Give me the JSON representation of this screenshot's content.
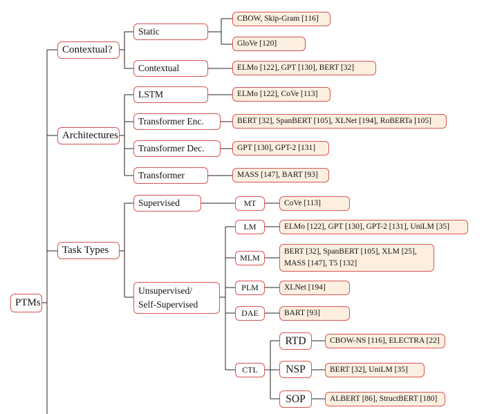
{
  "root": "PTMs",
  "contextual": {
    "label": "Contextual?",
    "static": {
      "label": "Static",
      "leaf1": "CBOW, Skip-Gram [116]",
      "leaf2": "GloVe [120]"
    },
    "contextual": {
      "label": "Contextual",
      "leaf": "ELMo [122], GPT [130], BERT [32]"
    }
  },
  "architectures": {
    "label": "Architectures",
    "lstm": {
      "label": "LSTM",
      "leaf": "ELMo [122], CoVe [113]"
    },
    "enc": {
      "label": "Transformer Enc.",
      "leaf": "BERT [32], SpanBERT [105], XLNet [194], RoBERTa [105]"
    },
    "dec": {
      "label": "Transformer Dec.",
      "leaf": "GPT [130], GPT-2 [131]"
    },
    "full": {
      "label": "Transformer",
      "leaf": "MASS [147], BART [93]"
    }
  },
  "task_types": {
    "label": "Task Types",
    "supervised": {
      "label": "Supervised",
      "mt": {
        "label": "MT",
        "leaf": "CoVe [113]"
      }
    },
    "unsupervised": {
      "label_line1": "Unsupervised/",
      "label_line2": "Self-Supervised",
      "lm": {
        "label": "LM",
        "leaf": "ELMo [122], GPT [130], GPT-2 [131], UniLM [35]"
      },
      "mlm": {
        "label": "MLM",
        "leaf_line1": "BERT [32], SpanBERT [105], XLM [25],",
        "leaf_line2": "MASS [147], T5 [132]"
      },
      "plm": {
        "label": "PLM",
        "leaf": "XLNet [194]"
      },
      "dae": {
        "label": "DAE",
        "leaf": "BART [93]"
      },
      "ctl": {
        "label": "CTL",
        "rtd": {
          "label": "RTD",
          "leaf": "CBOW-NS [116], ELECTRA [22]"
        },
        "nsp": {
          "label": "NSP",
          "leaf": "BERT [32], UniLM [35]"
        },
        "sop": {
          "label": "SOP",
          "leaf": "ALBERT [86], StructBERT [180]"
        }
      }
    }
  },
  "colors": {
    "border": "#d9534f",
    "leaf_fill": "#fcefe0",
    "line": "#222222"
  }
}
